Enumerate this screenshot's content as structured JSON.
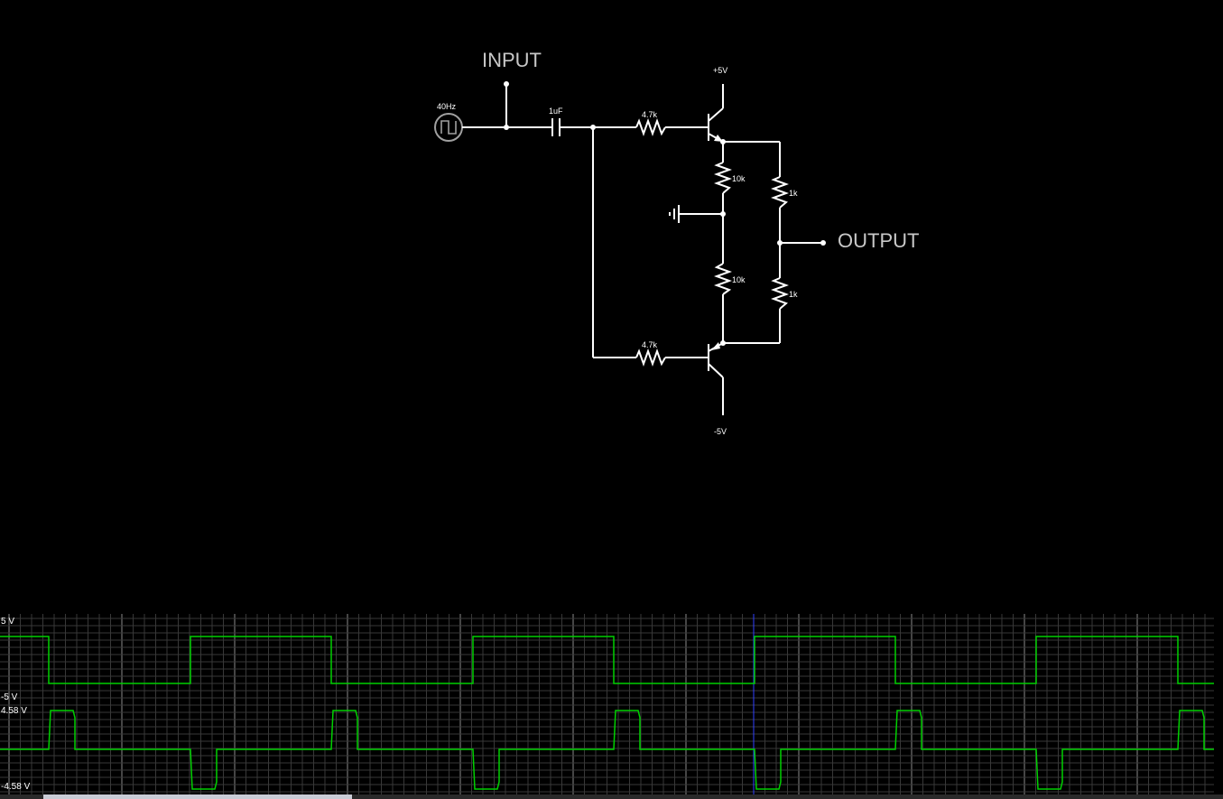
{
  "circuit": {
    "input_label": "INPUT",
    "output_label": "OUTPUT",
    "source_freq": "40Hz",
    "capacitor": "1uF",
    "resistor_top_base": "4.7k",
    "resistor_bottom_base": "4.7k",
    "resistor_upper_mid": "10k",
    "resistor_lower_mid": "10k",
    "resistor_upper_right": "1k",
    "resistor_lower_right": "1k",
    "vplus": "+5V",
    "vminus": "-5V"
  },
  "scope": {
    "trace1": {
      "max_label": "5 V",
      "min_label": "-5 V",
      "range": [
        -5,
        5
      ]
    },
    "trace2": {
      "max_label": "4.58 V",
      "min_label": "-4.58 V",
      "range": [
        -4.58,
        4.58
      ]
    },
    "trace_color": "#00d000"
  }
}
